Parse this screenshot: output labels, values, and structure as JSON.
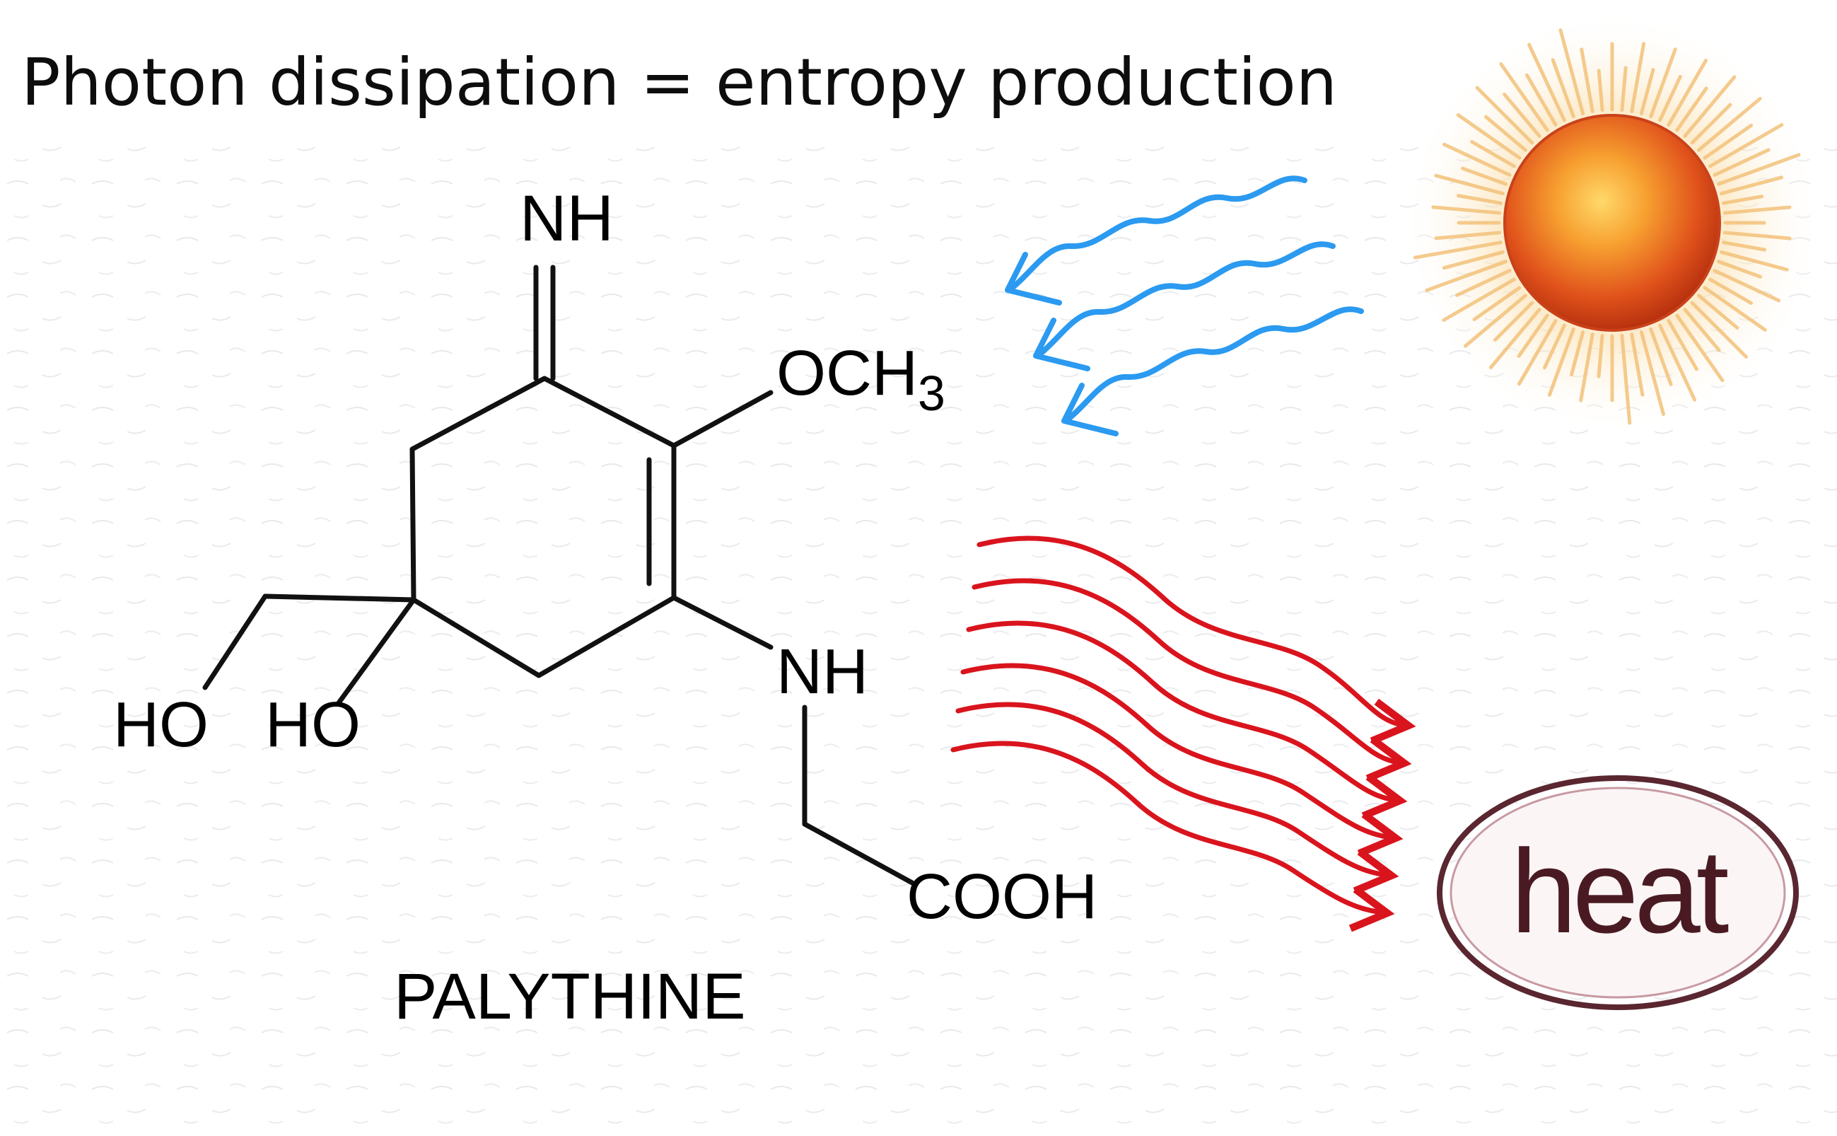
{
  "title": "Photon dissipation = entropy production",
  "molecule": {
    "name": "PALYTHINE",
    "labels": {
      "imine": "NH",
      "methoxy": "OCH",
      "methoxy_sub": "3",
      "amine": "NH",
      "carboxyl": "COOH",
      "hydroxyl_left": "HO",
      "hydroxyl_right": "HO"
    }
  },
  "heat_label": "heat",
  "colors": {
    "incoming_light": "#2b9af0",
    "outgoing_heat": "#d9141d",
    "sun_core": "#f07a22",
    "heat_badge": "#4a1a22"
  },
  "icons": {
    "sun": "sun-icon",
    "incoming": "incoming-light-waves",
    "outgoing": "outgoing-heat-waves"
  }
}
